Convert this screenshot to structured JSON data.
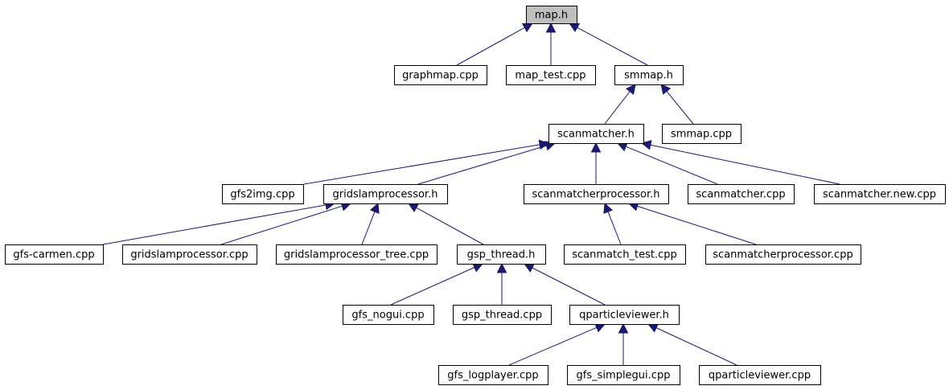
{
  "graph": {
    "nodes": [
      {
        "id": "map_h",
        "label": "map.h",
        "highlight": true
      },
      {
        "id": "graphmap_cpp",
        "label": "graphmap.cpp"
      },
      {
        "id": "map_test_cpp",
        "label": "map_test.cpp"
      },
      {
        "id": "smmap_h",
        "label": "smmap.h"
      },
      {
        "id": "scanmatcher_h",
        "label": "scanmatcher.h"
      },
      {
        "id": "smmap_cpp",
        "label": "smmap.cpp"
      },
      {
        "id": "gfs2img_cpp",
        "label": "gfs2img.cpp"
      },
      {
        "id": "gridslamprocessor_h",
        "label": "gridslamprocessor.h"
      },
      {
        "id": "scanmatcherprocessor_h",
        "label": "scanmatcherprocessor.h"
      },
      {
        "id": "scanmatcher_cpp",
        "label": "scanmatcher.cpp"
      },
      {
        "id": "scanmatcher_new_cpp",
        "label": "scanmatcher.new.cpp"
      },
      {
        "id": "gfs_carmen_cpp",
        "label": "gfs-carmen.cpp"
      },
      {
        "id": "gridslamprocessor_cpp",
        "label": "gridslamprocessor.cpp"
      },
      {
        "id": "gridslamprocessor_tree_cpp",
        "label": "gridslamprocessor_tree.cpp"
      },
      {
        "id": "gsp_thread_h",
        "label": "gsp_thread.h"
      },
      {
        "id": "scanmatch_test_cpp",
        "label": "scanmatch_test.cpp"
      },
      {
        "id": "scanmatcherprocessor_cpp",
        "label": "scanmatcherprocessor.cpp"
      },
      {
        "id": "gfs_nogui_cpp",
        "label": "gfs_nogui.cpp"
      },
      {
        "id": "gsp_thread_cpp",
        "label": "gsp_thread.cpp"
      },
      {
        "id": "qparticleviewer_h",
        "label": "qparticleviewer.h"
      },
      {
        "id": "gfs_logplayer_cpp",
        "label": "gfs_logplayer.cpp"
      },
      {
        "id": "gfs_simplegui_cpp",
        "label": "gfs_simplegui.cpp"
      },
      {
        "id": "qparticleviewer_cpp",
        "label": "qparticleviewer.cpp"
      }
    ],
    "edges": [
      {
        "from": "graphmap_cpp",
        "to": "map_h"
      },
      {
        "from": "map_test_cpp",
        "to": "map_h"
      },
      {
        "from": "smmap_h",
        "to": "map_h"
      },
      {
        "from": "scanmatcher_h",
        "to": "smmap_h"
      },
      {
        "from": "smmap_cpp",
        "to": "smmap_h"
      },
      {
        "from": "gfs2img_cpp",
        "to": "scanmatcher_h"
      },
      {
        "from": "gridslamprocessor_h",
        "to": "scanmatcher_h"
      },
      {
        "from": "scanmatcherprocessor_h",
        "to": "scanmatcher_h"
      },
      {
        "from": "scanmatcher_cpp",
        "to": "scanmatcher_h"
      },
      {
        "from": "scanmatcher_new_cpp",
        "to": "scanmatcher_h"
      },
      {
        "from": "gfs_carmen_cpp",
        "to": "gridslamprocessor_h"
      },
      {
        "from": "gridslamprocessor_cpp",
        "to": "gridslamprocessor_h"
      },
      {
        "from": "gridslamprocessor_tree_cpp",
        "to": "gridslamprocessor_h"
      },
      {
        "from": "gsp_thread_h",
        "to": "gridslamprocessor_h"
      },
      {
        "from": "scanmatch_test_cpp",
        "to": "scanmatcherprocessor_h"
      },
      {
        "from": "scanmatcherprocessor_cpp",
        "to": "scanmatcherprocessor_h"
      },
      {
        "from": "gfs_nogui_cpp",
        "to": "gsp_thread_h"
      },
      {
        "from": "gsp_thread_cpp",
        "to": "gsp_thread_h"
      },
      {
        "from": "qparticleviewer_h",
        "to": "gsp_thread_h"
      },
      {
        "from": "gfs_logplayer_cpp",
        "to": "qparticleviewer_h"
      },
      {
        "from": "gfs_simplegui_cpp",
        "to": "qparticleviewer_h"
      },
      {
        "from": "qparticleviewer_cpp",
        "to": "qparticleviewer_h"
      }
    ],
    "colors": {
      "edge": "#191970",
      "highlight_fill": "#bfbfbf",
      "box_fill": "#ffffff",
      "border": "#000000"
    }
  }
}
